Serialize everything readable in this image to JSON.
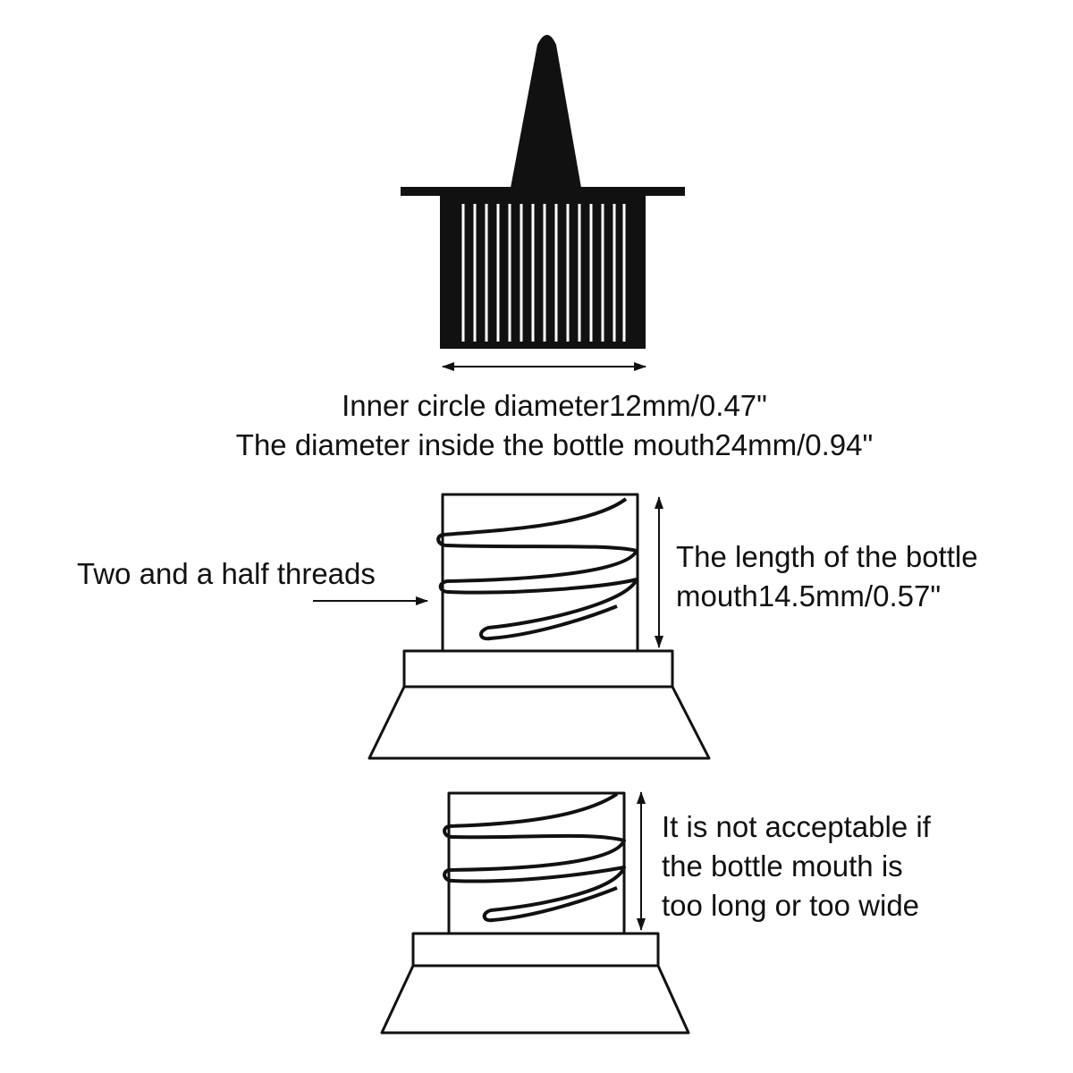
{
  "nozzle": {
    "inner_diameter_label": "Inner circle diameter12mm/0.47\"",
    "bottle_mouth_diameter_label": "The diameter inside the bottle mouth24mm/0.94\""
  },
  "bottle_example": {
    "threads_label": "Two and a half threads",
    "length_label_line1": "The length of the bottle",
    "length_label_line2": "mouth14.5mm/0.57\""
  },
  "bottle_warning": {
    "note_line1": "It is not acceptable if",
    "note_line2": "the bottle mouth is",
    "note_line3": "too long or too wide"
  },
  "colors": {
    "ink": "#111111",
    "background": "#ffffff"
  }
}
